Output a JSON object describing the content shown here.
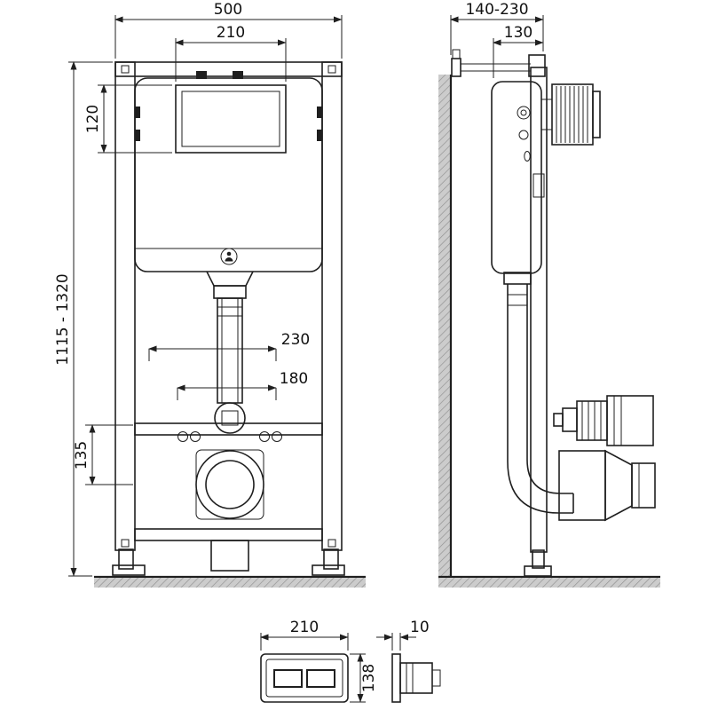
{
  "drawing": {
    "subject": "Concealed WC installation frame with cistern - front view, side view and flush plate",
    "line_color": "#1f1f1f",
    "hatch_color": "#8f8f8f"
  },
  "front_view": {
    "dim_width": "500",
    "dim_access_width": "210",
    "dim_access_height": "120",
    "dim_height_range": "1115 - 1320",
    "dim_span_outer": "230",
    "dim_span_inner": "180",
    "dim_lower": "135"
  },
  "side_view": {
    "dim_depth_range": "140-230",
    "dim_depth": "130"
  },
  "flush_plate": {
    "dim_width": "210",
    "dim_height": "138",
    "dim_thickness": "10"
  }
}
